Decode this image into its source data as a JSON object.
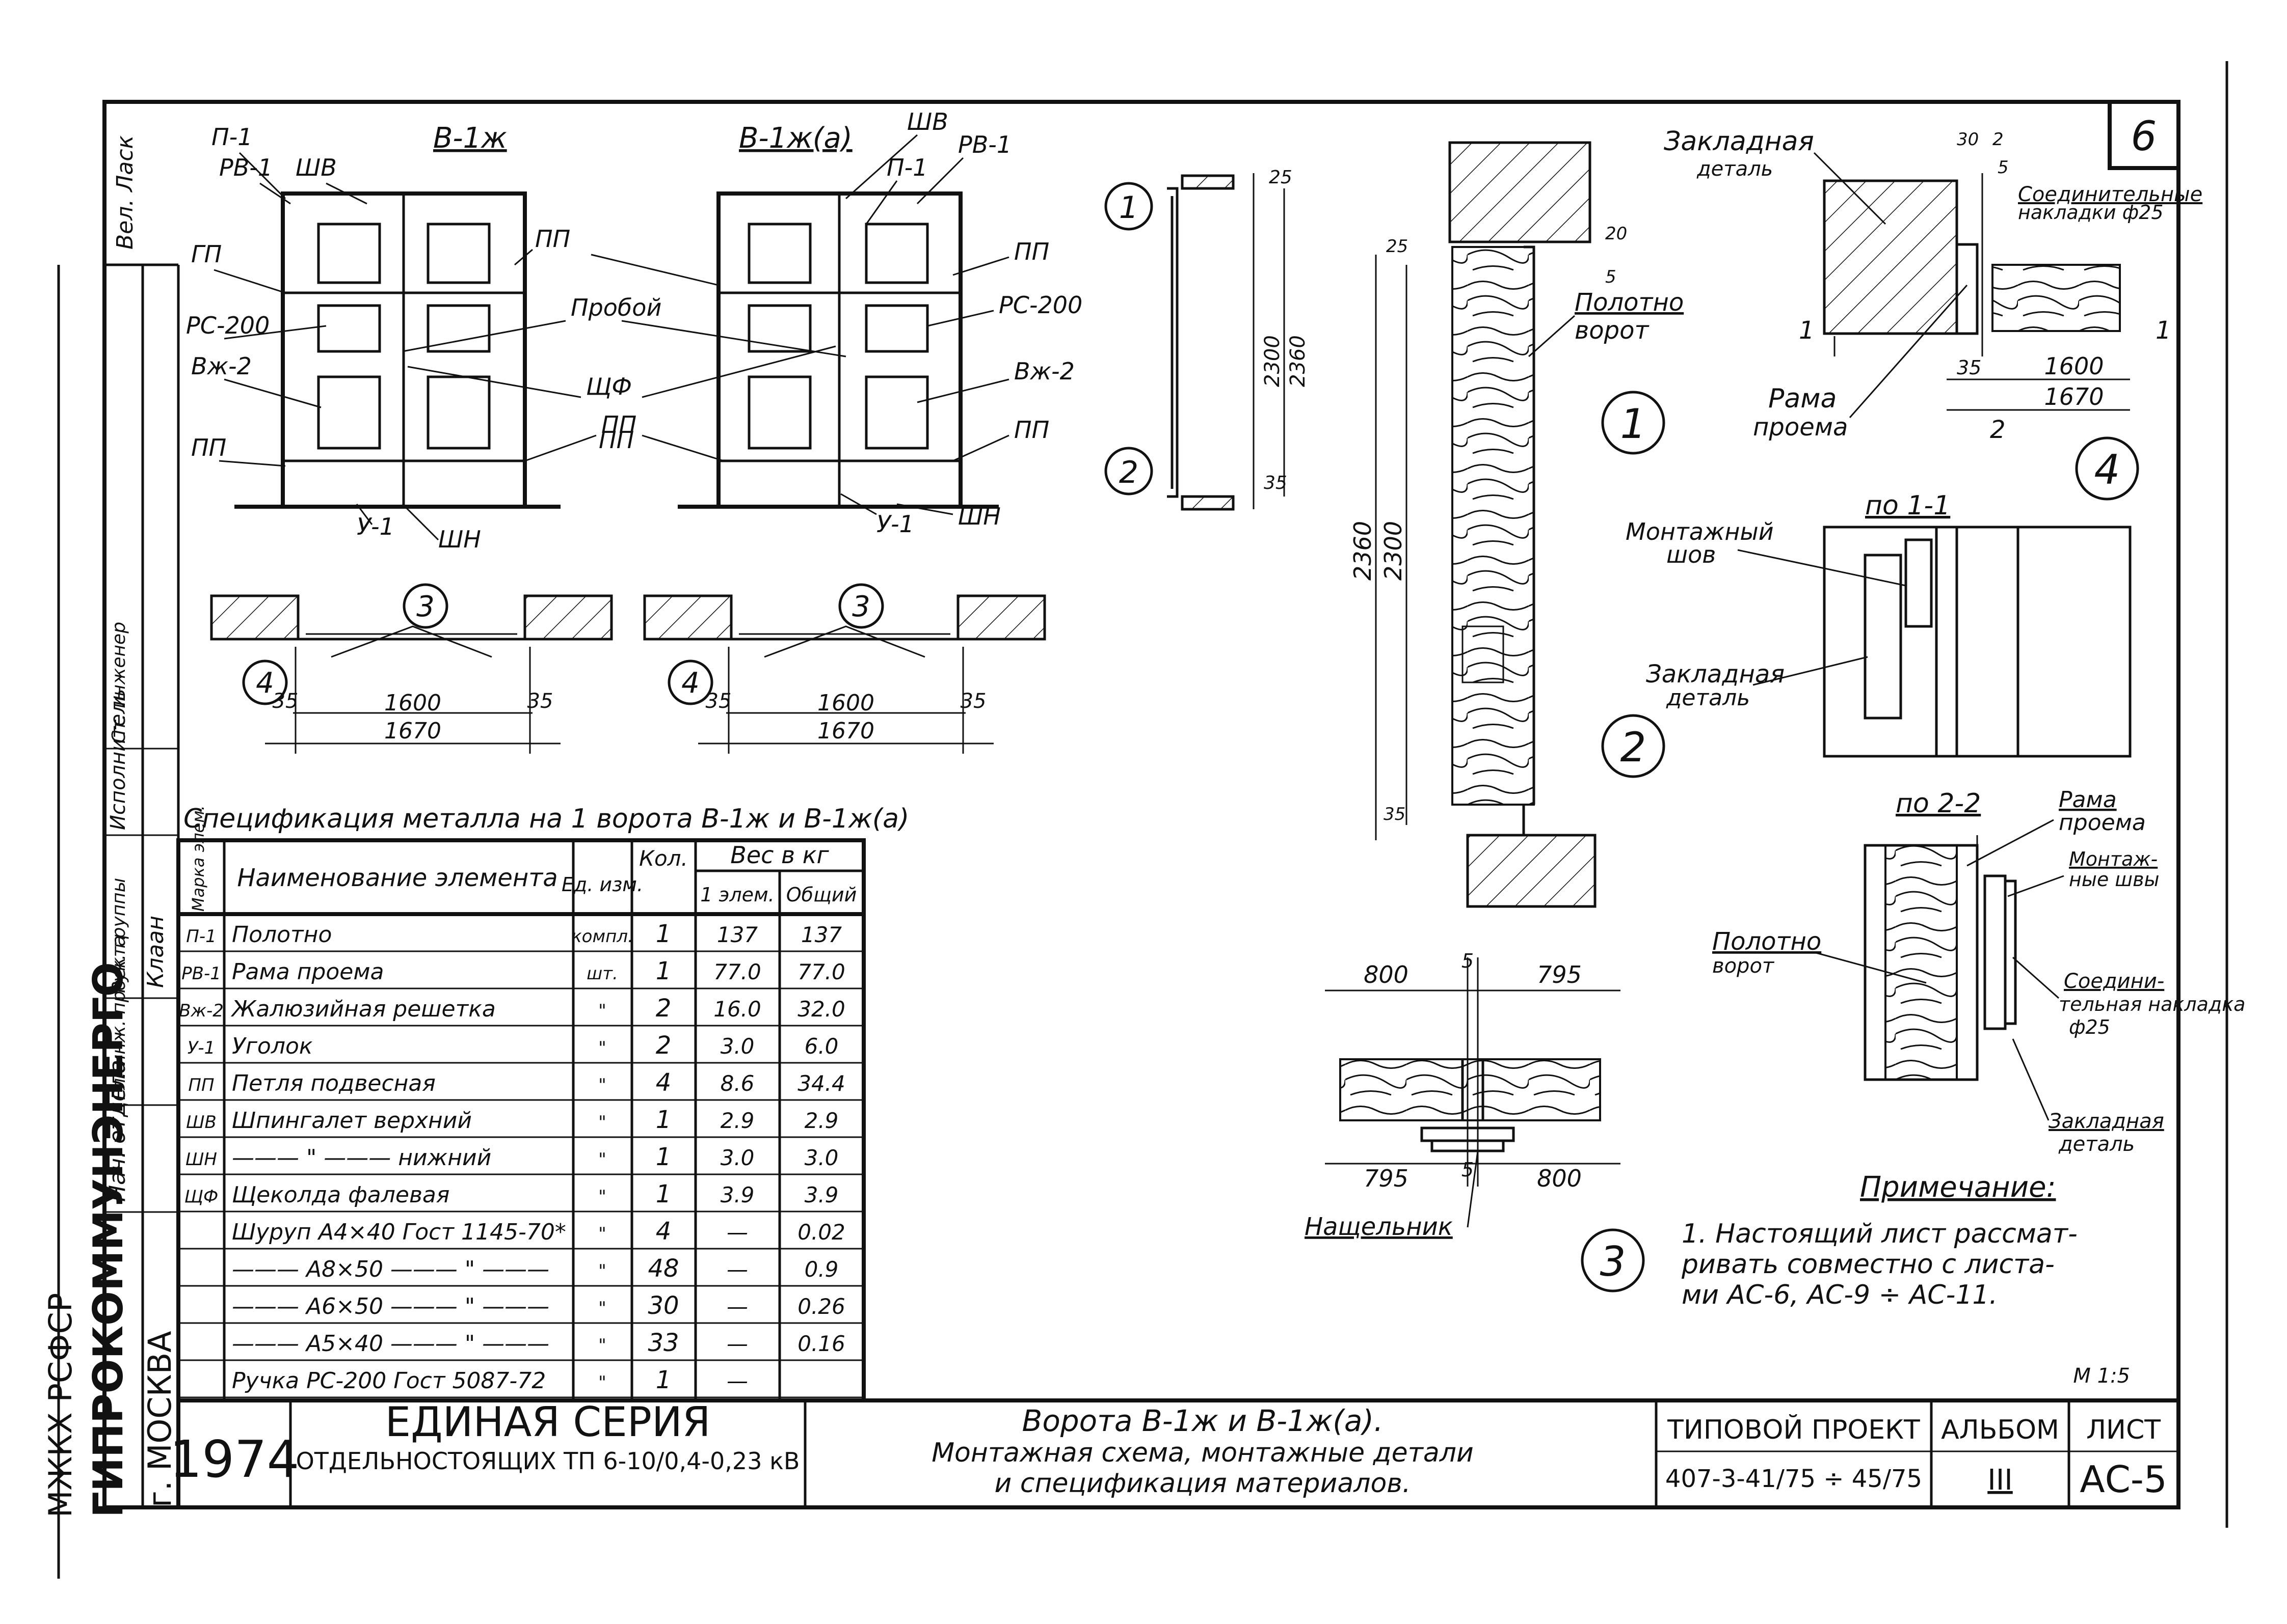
{
  "sheet_mark": "6",
  "scale": "М 1:5",
  "left_strip": {
    "org_lines": [
      "МЖКХ РСФСР",
      "ГИПРОКОММУНЭНЕРГО",
      "г. МОСКВА"
    ],
    "roles": [
      "Нач. отдела",
      "Гл. инж. проекта",
      "Рук. группы",
      "Исполнитель",
      "Ст. инженер"
    ],
    "names": [
      "Клаан"
    ],
    "stamp": "Вел. Ласк"
  },
  "gate_elevations": {
    "left": {
      "title": "В-1ж",
      "labels": [
        "П-1",
        "РВ-1",
        "ШВ",
        "ГП",
        "РС-200",
        "Вж-2",
        "ПП",
        "ПП",
        "У-1",
        "ШН"
      ]
    },
    "right": {
      "title": "В-1ж(а)",
      "labels": [
        "ШВ",
        "П-1",
        "РВ-1",
        "ПП",
        "РС-200",
        "Вж-2",
        "ПП",
        "У-1",
        "ШН"
      ]
    },
    "center_labels": [
      "ПП",
      "Пробой",
      "ЩФ",
      "ПП"
    ]
  },
  "plans": [
    {
      "mark_left": "4",
      "mark_center": "3",
      "dim_small_left": "35",
      "dim_mid": "1600",
      "dim_small_right": "35",
      "dim_total": "1670"
    },
    {
      "mark_left": "4",
      "mark_center": "3",
      "dim_small_left": "35",
      "dim_mid": "1600",
      "dim_small_right": "35",
      "dim_total": "1670"
    }
  ],
  "spec": {
    "title": "Спецификация металла на 1 ворота В-1ж и В-1ж(а)",
    "headers": {
      "mark": "Марка элем.",
      "name": "Наименование элемента",
      "unit": "Ед. изм.",
      "qty": "Кол.",
      "weight": "Вес в кг",
      "w1": "1 элем.",
      "wtotal": "Общий"
    },
    "rows": [
      [
        "П-1",
        "Полотно",
        "компл.",
        "1",
        "137",
        "137"
      ],
      [
        "РВ-1",
        "Рама проема",
        "шт.",
        "1",
        "77.0",
        "77.0"
      ],
      [
        "Вж-2",
        "Жалюзийная решетка",
        "\"",
        "2",
        "16.0",
        "32.0"
      ],
      [
        "У-1",
        "Уголок",
        "\"",
        "2",
        "3.0",
        "6.0"
      ],
      [
        "ПП",
        "Петля подвесная",
        "\"",
        "4",
        "8.6",
        "34.4"
      ],
      [
        "ШВ",
        "Шпингалет верхний",
        "\"",
        "1",
        "2.9",
        "2.9"
      ],
      [
        "ШН",
        "——— \" ——— нижний",
        "\"",
        "1",
        "3.0",
        "3.0"
      ],
      [
        "ЩФ",
        "Щеколда фалевая",
        "\"",
        "1",
        "3.9",
        "3.9"
      ],
      [
        "",
        "Шуруп А4×40 Гост 1145-70*",
        "\"",
        "4",
        "—",
        "0.02"
      ],
      [
        "",
        "——— А8×50 ——— \" ———",
        "\"",
        "48",
        "—",
        "0.9"
      ],
      [
        "",
        "——— А6×50 ——— \" ———",
        "\"",
        "30",
        "—",
        "0.26"
      ],
      [
        "",
        "——— А5×40 ——— \" ———",
        "\"",
        "33",
        "—",
        "0.16"
      ],
      [
        "",
        "Ручка РС-200 Гост 5087-72",
        "\"",
        "1",
        "—",
        ""
      ]
    ]
  },
  "section_small": {
    "mark1": "1",
    "mark2": "2",
    "dim_top": "25",
    "dim_h1": "2300",
    "dim_h2": "2360",
    "dim_bot": "35"
  },
  "section_big": {
    "dims": [
      "25",
      "20",
      "5",
      "2360",
      "2300",
      "35"
    ],
    "labels": [
      "Полотно",
      "ворот"
    ],
    "marks": [
      "1",
      "2"
    ]
  },
  "detail4": {
    "labels": [
      "Закладная",
      "деталь",
      "Соединительные",
      "накладки ф25",
      "Рама",
      "проема"
    ],
    "dims": [
      "30",
      "2",
      "5",
      "35",
      "1600",
      "1670"
    ],
    "section_marks": [
      "1",
      "1",
      "2"
    ],
    "mark": "4"
  },
  "sec11": {
    "title": "по 1-1",
    "labels": [
      "Монтажный",
      "шов",
      "Закладная",
      "деталь"
    ]
  },
  "sec22": {
    "title": "по 2-2",
    "labels": [
      "Рама",
      "проема",
      "Монтаж-",
      "ные швы",
      "Полотно",
      "ворот",
      "Соедини-",
      "тельная накладка",
      "ф25",
      "Закладная",
      "деталь"
    ]
  },
  "detail3": {
    "dims": [
      "800",
      "5",
      "795",
      "795",
      "5",
      "800"
    ],
    "label": "Нащельник",
    "mark": "3"
  },
  "note": {
    "title": "Примечание:",
    "lines": [
      "1. Настоящий лист рассмат-",
      "ривать совместно с листа-",
      "ми АС-6, АС-9 ÷ АС-11."
    ]
  },
  "title_block": {
    "year": "1974",
    "series_1": "ЕДИНАЯ СЕРИЯ",
    "series_2": "ОТДЕЛЬНОСТОЯЩИХ ТП 6-10/0,4-0,23 кВ",
    "desc_1": "Ворота В-1ж и В-1ж(а).",
    "desc_2": "Монтажная схема, монтажные детали",
    "desc_3": "и спецификация материалов.",
    "typ_label": "ТИПОВОЙ ПРОЕКТ",
    "typ_num": "407-3-41/75 ÷ 45/75",
    "album_label": "АЛЬБОМ",
    "album_num": "III",
    "sheet_label": "ЛИСТ",
    "sheet_num": "АС-5"
  }
}
